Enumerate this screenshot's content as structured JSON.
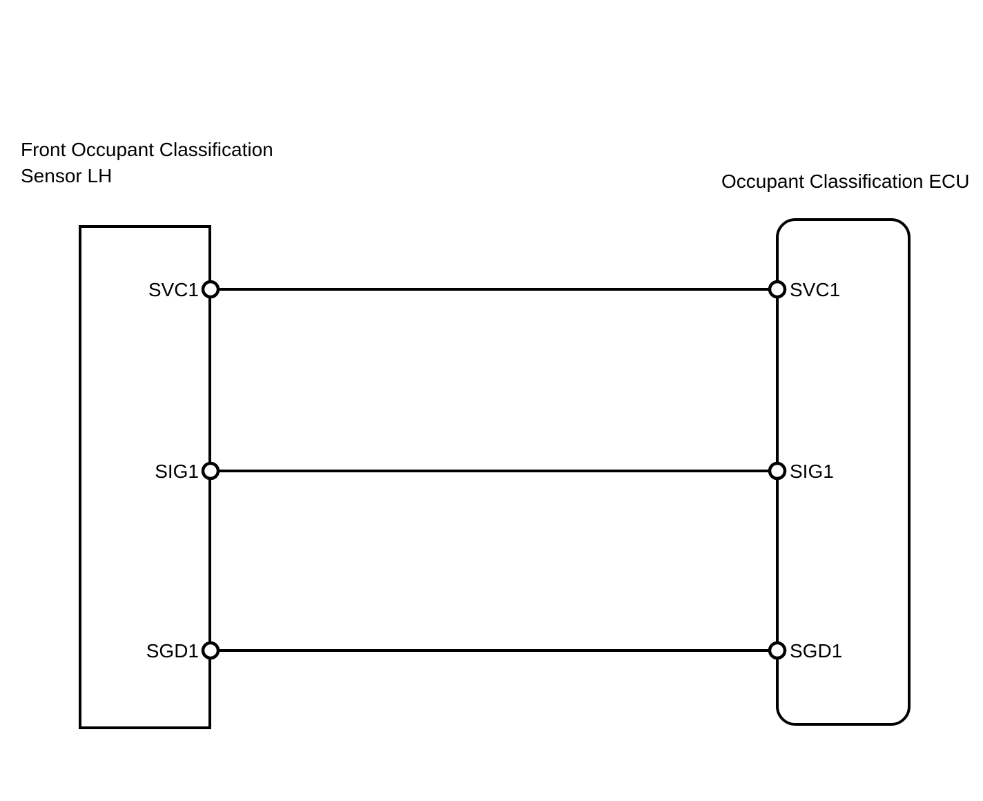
{
  "diagram": {
    "type": "automotive-wiring-connector-diagram",
    "background_color": "#ffffff",
    "line_color": "#000000",
    "components": {
      "left": {
        "title_line1": "Front Occupant Classification",
        "title_line2": "Sensor LH",
        "shape": "rectangle",
        "pins": [
          {
            "label": "SVC1"
          },
          {
            "label": "SIG1"
          },
          {
            "label": "SGD1"
          }
        ]
      },
      "right": {
        "title_line1": "Occupant Classification ECU",
        "shape": "rounded-rectangle",
        "pins": [
          {
            "label": "SVC1"
          },
          {
            "label": "SIG1"
          },
          {
            "label": "SGD1"
          }
        ]
      }
    },
    "connections": [
      {
        "from": "SVC1",
        "to": "SVC1"
      },
      {
        "from": "SIG1",
        "to": "SIG1"
      },
      {
        "from": "SGD1",
        "to": "SGD1"
      }
    ]
  }
}
